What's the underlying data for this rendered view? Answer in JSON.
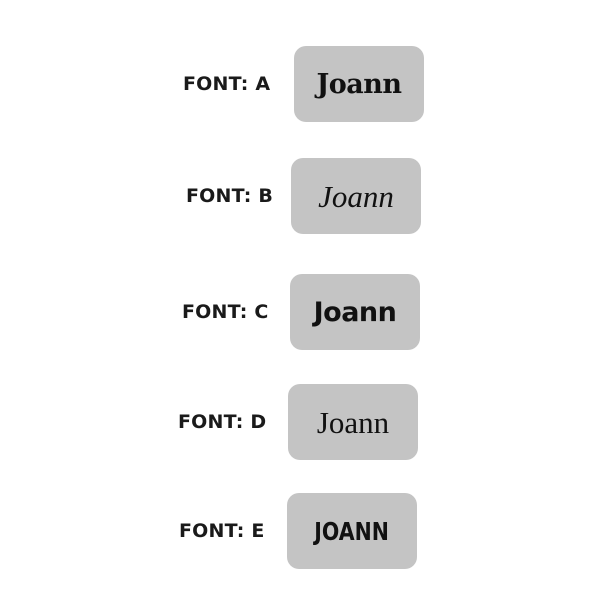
{
  "fonts": [
    {
      "label": "FONT: A",
      "sample": "Joann"
    },
    {
      "label": "FONT: B",
      "sample": "Joann"
    },
    {
      "label": "FONT: C",
      "sample": "Joann"
    },
    {
      "label": "FONT: D",
      "sample": "Joann"
    },
    {
      "label": "FONT: E",
      "sample": "JOANN"
    }
  ],
  "colors": {
    "background": "#ffffff",
    "swatch": "#c4c4c4",
    "text": "#1a1a1a"
  }
}
